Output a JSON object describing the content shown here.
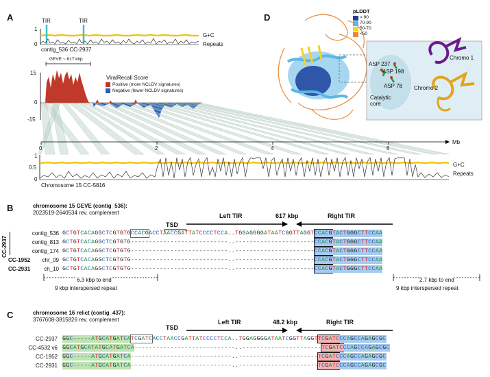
{
  "panelA": {
    "letter": "A",
    "tir1": "TIR",
    "tir2": "TIR",
    "gc_label": "G+C",
    "repeats_label": "Repeats",
    "contig_label": "contig_536 CC-2937",
    "geve_label": "GEVE ~ 617 kbp",
    "legend_title": "ViralRecall Score",
    "legend_pos": "Positive (more NCLDV signatures)",
    "legend_neg": "Negative (fewer NCLDV signatures)",
    "y_top": "1",
    "y_bottom": "0",
    "score_top": "15",
    "score_mid": "0",
    "score_bottom": "-15",
    "axis_unit": "Mb",
    "axis_ticks": [
      "0",
      "2",
      "4",
      "6"
    ],
    "chrom_label": "Chromosome 15 CC-5816",
    "gc_label2": "G+C",
    "repeats_label2": "Repeats",
    "y_top2": "1",
    "y_mid2": "0.5",
    "y_bottom2": "0",
    "colors": {
      "gc": "#f2c418",
      "tir": "#36c3d6",
      "pos": "#c0392b",
      "neg": "#2a5fb7",
      "synteny": "#b9cfc6"
    }
  },
  "panelD": {
    "letter": "D",
    "plddt_title": "pLDDT",
    "plddt": [
      "> 90",
      "70-90",
      "50-70",
      "<50"
    ],
    "plddt_colors": [
      "#1a3f9c",
      "#5cb7e3",
      "#f2d32a",
      "#e98a3a"
    ],
    "asp": [
      "ASP 237",
      "ASP 198",
      "ASP 78"
    ],
    "catalytic": "Catalytic core",
    "chromo1": "Chromo 1",
    "chromo2": "Chromo 2"
  },
  "panelB": {
    "letter": "B",
    "title": "chromosome 15 GEVE (contig_536):",
    "coords": "2023519-2640534 rev. complement",
    "tsd": "TSD",
    "left_tir": "Left TIR",
    "size": "617 kbp",
    "right_tir": "Right TIR",
    "strain1": "CC-2937",
    "rows": [
      {
        "strain": "",
        "name": "contig_536",
        "left": "GCTGTCACAGGCTCGTGTG",
        "tsd": "CCACG",
        "tir": "ACCTAACCGATTATCCCCTCCA",
        "right": "TGGAGGGGATAATCGGTTAGGT",
        "tsd2": "CCACG",
        "after": "TACTGGGCTTCCAA"
      },
      {
        "strain": "",
        "name": "contig_813",
        "left": "GCTGTCACAGGCTCGTGTG",
        "tsd": "",
        "tir": "",
        "right": "",
        "tsd2": "CCACG",
        "after": "TACTGGGCTTCCAA"
      },
      {
        "strain": "",
        "name": "contig_174",
        "left": "GCTGTCACAGGCTCGTGTG",
        "tsd": "",
        "tir": "",
        "right": "",
        "tsd2": "CCACG",
        "after": "TACTGGGCTTCCAA"
      },
      {
        "strain": "CC-1952",
        "name": "chr_09",
        "left": "GCTGTCACAGGCTCGTGTG",
        "tsd": "",
        "tir": "",
        "right": "",
        "tsd2": "CCACG",
        "after": "TACTGGGCTTCCAA"
      },
      {
        "strain": "CC-2931",
        "name": "ch_10",
        "left": "GCTGTCACAGGCTCGTGTG",
        "tsd": "",
        "tir": "",
        "right": "",
        "tsd2": "CCACG",
        "after": "TACTGGGCTTCCAA"
      }
    ],
    "left_end": "6.3 kbp to end",
    "left_repeat": "9 kbp interspersed repeat",
    "right_end": "2.7 kbp to end",
    "right_repeat": "9 kbp interspersed repeat"
  },
  "panelC": {
    "letter": "C",
    "title": "chromosome 16 relict (contig_437):",
    "coords": "3767608-3815826 rev. complement",
    "tsd": "TSD",
    "left_tir": "Left TIR",
    "size": "48.2 kbp",
    "right_tir": "Right TIR",
    "rows": [
      {
        "name": "CC-2937",
        "left": "GGC-----ATGCATGATCA",
        "tsd": "TCGATC",
        "tir": "ACCTAACCGATTATCCCCTCCA",
        "right": "TGGAGGGGATAATCGGTTAGGT",
        "tsd2": "TCGATC",
        "after": "CCAGCCAGAGCGC"
      },
      {
        "name": "CC-4532 v6",
        "left": "GGCATGCATATGCATGATCA",
        "tsd": "",
        "tir": "",
        "right": "",
        "tsd2": "TCGATC",
        "after": "CCAGCCAGAGCGC"
      },
      {
        "name": "CC-1952",
        "left": "GGC-----ATGCATGATCA",
        "tsd": "",
        "tir": "",
        "right": "",
        "tsd2": "TCGATC",
        "after": "CCAGCCAGAGCGC"
      },
      {
        "name": "CC-2931",
        "left": "GGC-----ATGCATGATCA",
        "tsd": "",
        "tir": "",
        "right": "",
        "tsd2": "TCGATC",
        "after": "CCAGCCAGAGCGC"
      }
    ]
  }
}
